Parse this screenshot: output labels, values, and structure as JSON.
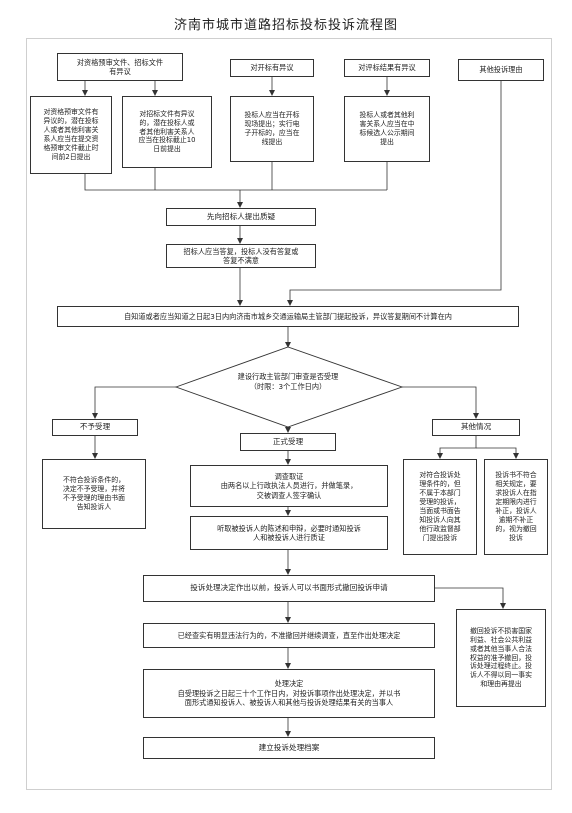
{
  "title": "济南市城市道路招标投标投诉流程图",
  "boxes": {
    "top1": "对资格预审文件、招标文件\n有异议",
    "top2": "对开标有异议",
    "top3": "对评标结果有异议",
    "top4": "其他投诉理由",
    "d1a": "对资格预审文件有\n异议的，潜在投标\n人或者其他利害关\n系人应当在提交资\n格预审文件截止时\n间前2日提出",
    "d1b": "对招标文件有异议\n的，潜在投标人或\n者其他利害关系人\n应当在投标截止10\n日前提出",
    "d2": "投标人应当在开标\n现场提出；实行电\n子开标的，应当在\n线提出",
    "d3": "投标人或者其他利\n害关系人应当在中\n标候选人公示期间\n提出",
    "first": "先向招标人提出质疑",
    "reply": "招标人应当答复，投标人没有答复或\n答复不满意",
    "complain": "自知道或者应当知道之日起3日内向济南市城乡交通运输局主管部门提起投诉，异议答复期间不计算在内",
    "decision": "建设行政主管部门审查是否受理\n（时限：3个工作日内）",
    "reject": "不予受理",
    "accept": "正式受理",
    "other": "其他情况",
    "reject_detail": "不符合投诉条件的，\n决定不予受理，并将\n不予受理的理由书面\n告知投诉人",
    "investigate": "调查取证\n由两名以上行政执法人员进行，并做笔录，\n交被调查人签字确认",
    "hearing": "听取被投诉人的陈述和申辩，必要时通知投诉\n人和被投诉人进行质证",
    "other_a": "对符合投诉处\n理条件的，但\n不属于本部门\n受理的投诉，\n当面或书面告\n知投诉人向其\n他行政监督部\n门提出投诉",
    "other_b": "投诉书不符合\n相关规定，要\n求投诉人在指\n定期限内进行\n补正，投诉人\n逾期不补正\n的，视为撤回\n投诉",
    "withdraw": "投诉处理决定作出以前，投诉人可以书面形式撤回投诉申请",
    "continue": "已经查实有明显违法行为的，不准撤回并继续调查，直至作出处理决定",
    "withdraw_note": "撤回投诉不损害国家\n利益、社会公共利益\n或者其他当事人合法\n权益的准予撤回，投\n诉处理过程终止。投\n诉人不得以同一事实\n和理由再提出",
    "process": "处理决定\n自受理投诉之日起三十个工作日内，对投诉事项作出处理决定，并以书\n面形式通知投诉人、被投诉人和其他与投诉处理结果有关的当事人",
    "archive": "建立投诉处理档案"
  }
}
